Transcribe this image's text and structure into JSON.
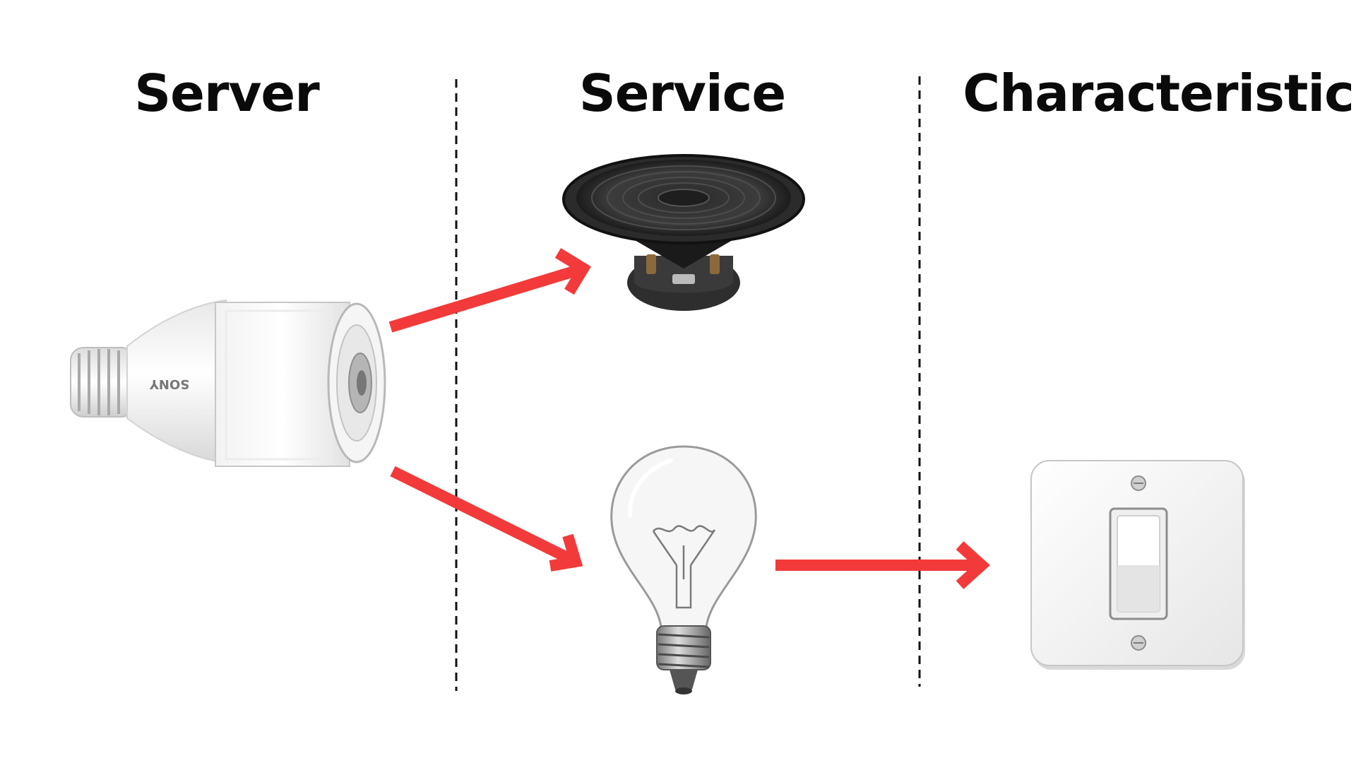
{
  "headings": {
    "server": "Server",
    "service": "Service",
    "characteristic": "Characteristic"
  },
  "server_device": {
    "icon": "speaker-bulb-icon",
    "brand": "SONY"
  },
  "services": [
    {
      "icon": "loudspeaker-icon"
    },
    {
      "icon": "light-bulb-icon"
    }
  ],
  "characteristics": [
    {
      "icon": "light-switch-icon"
    }
  ],
  "colors": {
    "arrow": "#f23a3a",
    "divider": "#111111",
    "text": "#0a0a0a"
  }
}
